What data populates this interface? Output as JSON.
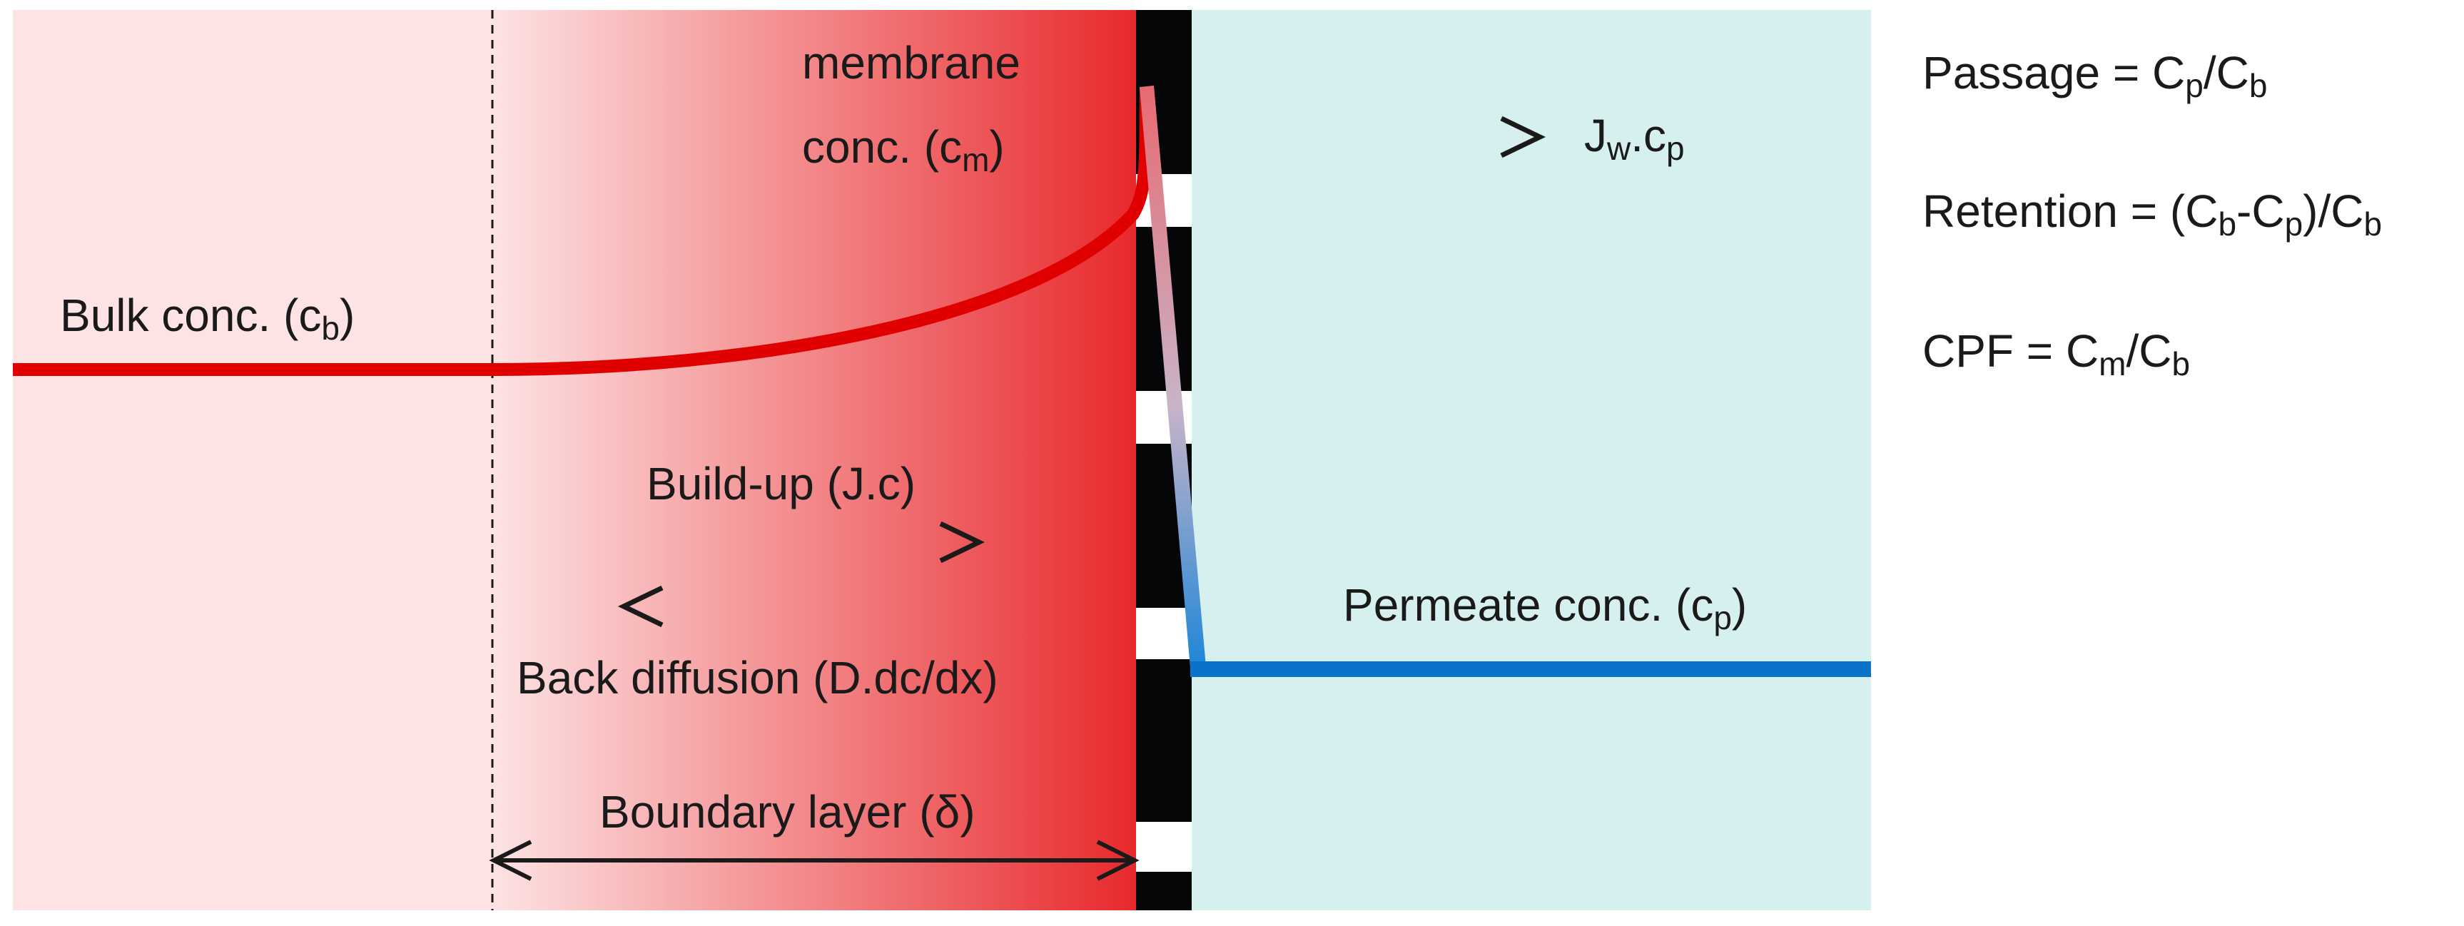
{
  "colors": {
    "bulk_zone": "#fde3e4",
    "boundary_start": "#fde3e4",
    "boundary_end": "#e8292c",
    "permeate_zone": "#d6f0f0",
    "membrane": "#050608",
    "concentration_curve": "#e00000",
    "permeate_line": "#0a72c8",
    "arrow": "#1a1a1a"
  },
  "labels": {
    "membrane_conc_line1": "membrane",
    "membrane_conc_line2": "conc. (c",
    "membrane_conc_sub": "m",
    "membrane_conc_close": ")",
    "bulk_conc": "Bulk conc. (c",
    "bulk_conc_sub": "b",
    "bulk_conc_close": ")",
    "flux_main": "J",
    "flux_sub_w": "w",
    "flux_mid": ".c",
    "flux_sub_p": "p",
    "buildup": "Build-up (J.c)",
    "back_diffusion": "Back diffusion (D.dc/dx)",
    "boundary_layer": "Boundary layer (δ)",
    "permeate_conc": "Permeate conc. (c",
    "permeate_conc_sub": "p",
    "permeate_conc_close": ")"
  },
  "formulas": {
    "passage_prefix": "Passage = C",
    "passage_sub1": "p",
    "passage_mid": "/C",
    "passage_sub2": "b",
    "retention_prefix": "Retention = (C",
    "retention_sub1": "b",
    "retention_mid": "-C",
    "retention_sub2": "p",
    "retention_close": ")/C",
    "retention_sub3": "b",
    "cpf_prefix": "CPF = C",
    "cpf_sub1": "m",
    "cpf_mid": "/C",
    "cpf_sub2": "b"
  }
}
